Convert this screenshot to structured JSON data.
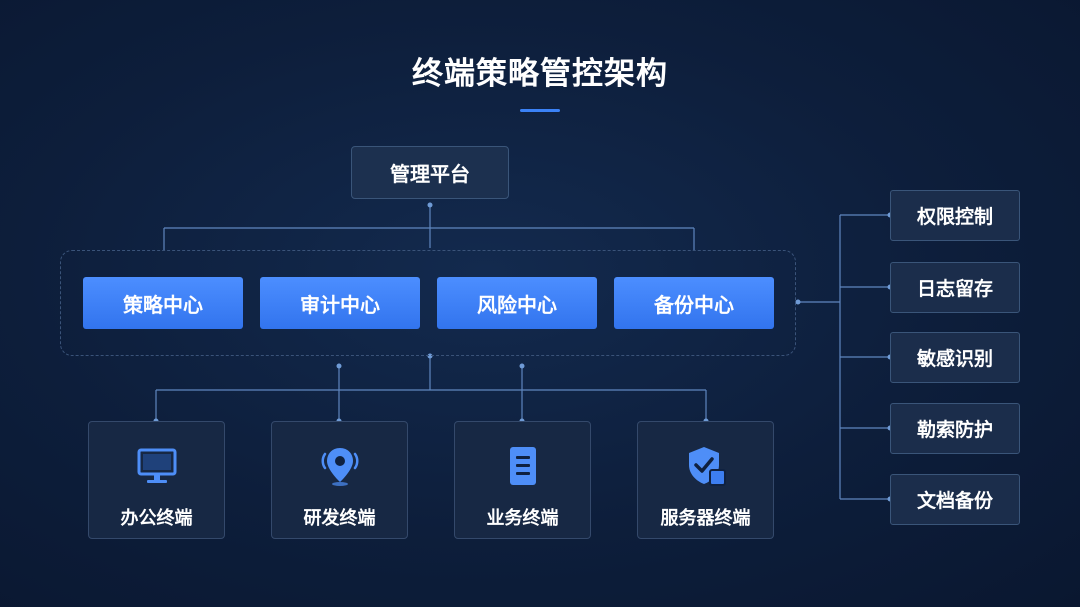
{
  "title": "终端策略管控架构",
  "management": "管理平台",
  "centers": [
    "策略中心",
    "审计中心",
    "风险中心",
    "备份中心"
  ],
  "terminals": [
    {
      "label": "办公终端",
      "icon": "monitor-icon"
    },
    {
      "label": "研发终端",
      "icon": "location-pin-icon"
    },
    {
      "label": "业务终端",
      "icon": "document-icon"
    },
    {
      "label": "服务器终端",
      "icon": "shield-check-icon"
    }
  ],
  "functions": [
    "权限控制",
    "日志留存",
    "敏感识别",
    "勒索防护",
    "文档备份"
  ],
  "colors": {
    "accent": "#3b82f6",
    "line": "#6f9bd6",
    "icon": "#4e8ef7"
  }
}
